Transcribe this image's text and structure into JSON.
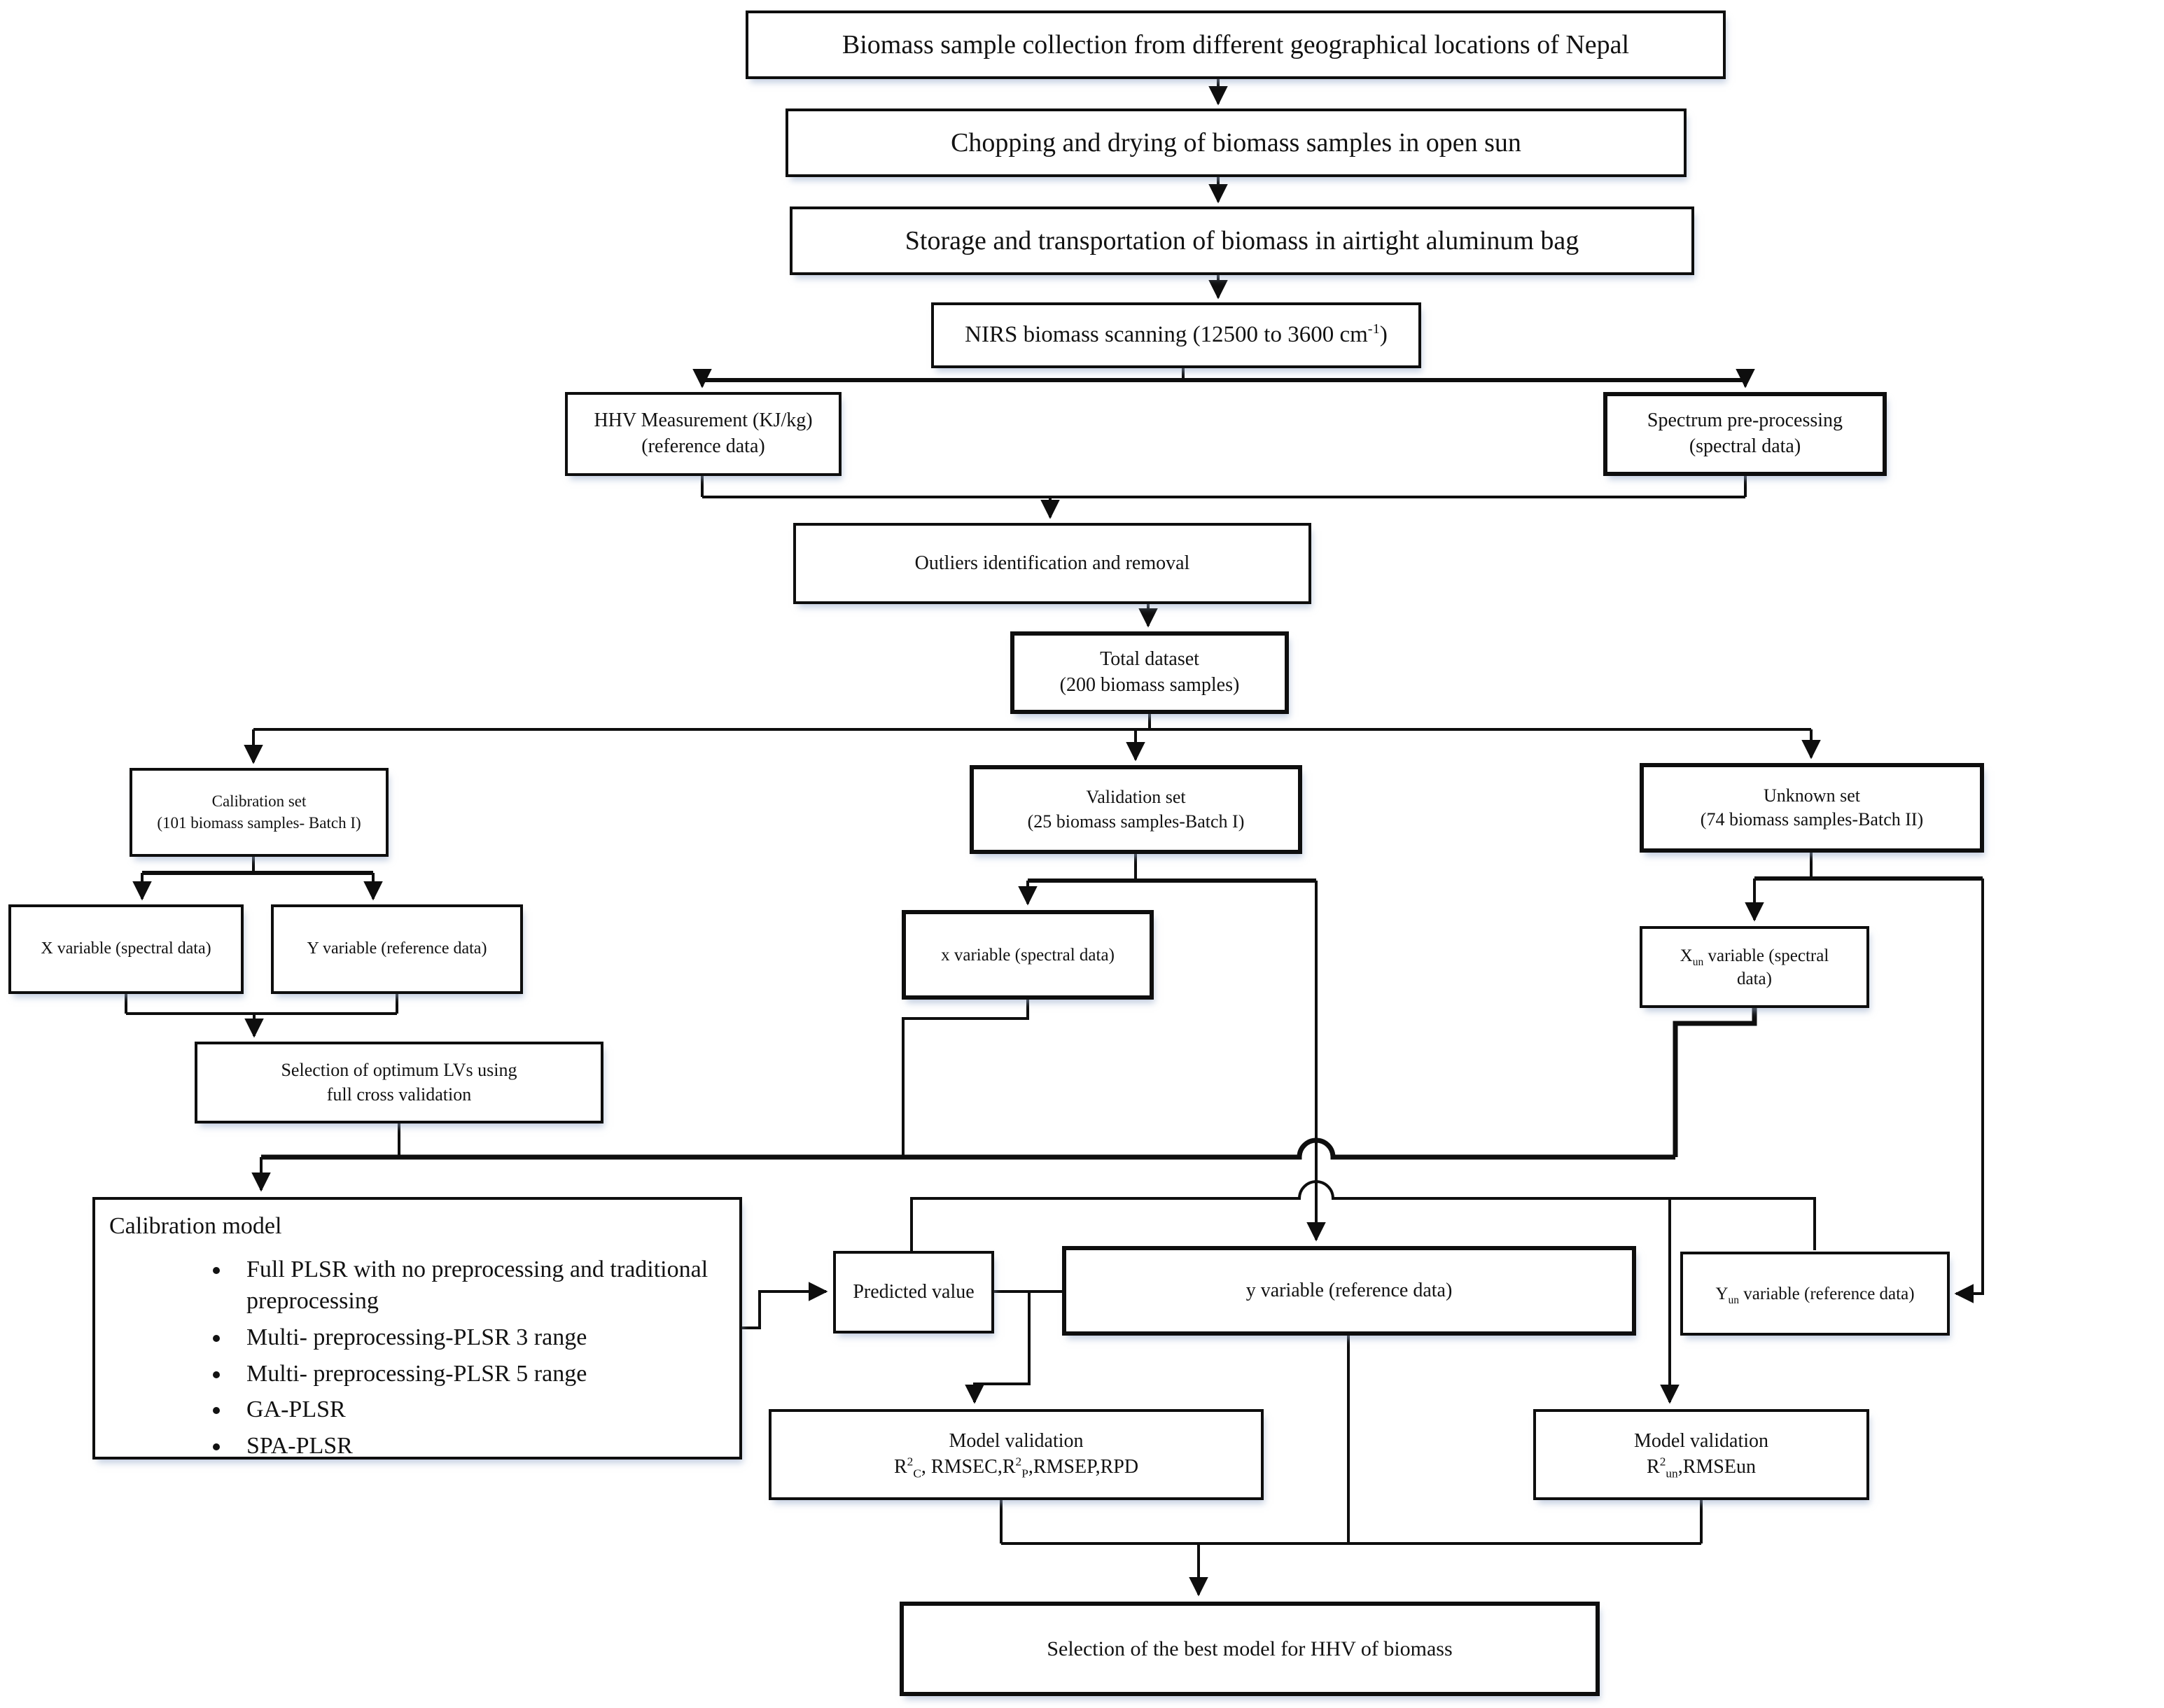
{
  "colors": {
    "line": "#0e0e0e",
    "box_border": "#0e0e0e",
    "background": "#ffffff",
    "shadow": "rgba(148,168,200,0.55)"
  },
  "boxes": {
    "collect": {
      "label": "Biomass sample collection from different geographical locations of Nepal"
    },
    "chop": {
      "label": "Chopping and drying of biomass samples in open sun"
    },
    "storage": {
      "label": "Storage and transportation of biomass in airtight aluminum bag"
    },
    "nirs": {
      "parts": [
        "NIRS biomass scanning (12500 to 3600 cm",
        "-1",
        ")"
      ]
    },
    "hhv": {
      "line1": "HHV Measurement (KJ/kg)",
      "line2": "(reference data)"
    },
    "spectrum": {
      "line1": "Spectrum pre-processing",
      "line2": "(spectral data)"
    },
    "outliers": {
      "label": "Outliers identification and removal"
    },
    "total": {
      "line1": "Total dataset",
      "line2": "(200 biomass samples)"
    },
    "calibration_set": {
      "line1": "Calibration set",
      "line2": "(101 biomass samples- Batch I)"
    },
    "validation_set": {
      "line1": "Validation set",
      "line2": "(25 biomass samples-Batch I)"
    },
    "unknown_set": {
      "line1": "Unknown set",
      "line2": "(74 biomass samples-Batch II)"
    },
    "x_variable": {
      "label": "X variable (spectral data)"
    },
    "y_variable": {
      "label": "Y variable (reference data)"
    },
    "x_variable_validation": {
      "label": "x variable (spectral data)"
    },
    "x_un_variable": {
      "base": "X",
      "subscript": "un",
      "rest_line1": " variable (spectral",
      "line2": "data)"
    },
    "lv_selection": {
      "line1": "Selection of optimum LVs using",
      "line2": "full cross validation"
    },
    "calibration_model": {
      "title": "Calibration model",
      "bullets": [
        " Full PLSR with no preprocessing and traditional preprocessing",
        "Multi- preprocessing-PLSR 3 range",
        "Multi- preprocessing-PLSR 5 range",
        "GA-PLSR",
        "SPA-PLSR"
      ]
    },
    "predicted_value": {
      "label": "Predicted value"
    },
    "y_variable_validation": {
      "label": "y variable (reference data)"
    },
    "y_un_variable": {
      "base": "Y",
      "subscript": "un",
      "rest": " variable (reference data)"
    },
    "model_validation_1": {
      "line1": "Model validation",
      "parts": [
        "R",
        "2",
        "C",
        ", RMSEC,R",
        "2",
        "P",
        ",RMSEP,RPD"
      ]
    },
    "model_validation_2": {
      "line1": "Model validation",
      "parts": [
        "R",
        "2",
        "un",
        ",RMSEun"
      ]
    },
    "best_model": {
      "label": "Selection of the best model for HHV of biomass"
    }
  }
}
